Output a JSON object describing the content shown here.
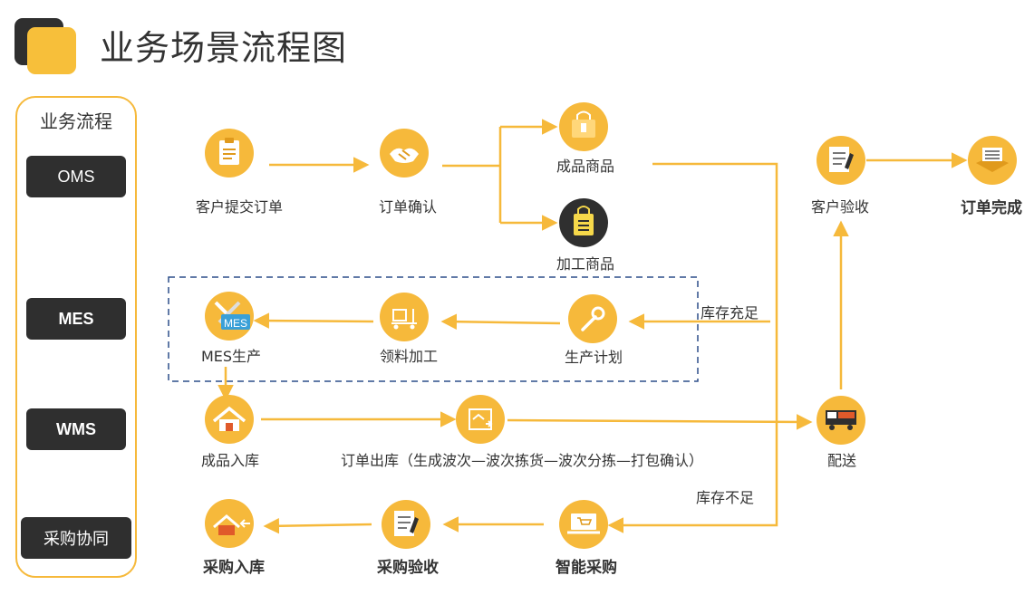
{
  "title": "业务场景流程图",
  "lanes": {
    "title": "业务流程",
    "items": [
      "OMS",
      "MES",
      "WMS",
      "采购协同"
    ]
  },
  "nodes": {
    "submit_order": "客户提交订单",
    "confirm_order": "订单确认",
    "finished_goods": "成品商品",
    "processed_goods": "加工商品",
    "customer_accept": "客户验收",
    "order_complete": "订单完成",
    "mes_production": "MES生产",
    "material_processing": "领料加工",
    "production_plan": "生产计划",
    "goods_inbound": "成品入库",
    "order_outbound": "订单出库（生成波次—波次拣货—波次分拣—打包确认）",
    "delivery": "配送",
    "purchase_inbound": "采购入库",
    "purchase_accept": "采购验收",
    "smart_purchase": "智能采购"
  },
  "notes": {
    "stock_sufficient": "库存充足",
    "stock_insufficient": "库存不足"
  },
  "icons": {
    "mes_badge": "MES"
  },
  "colors": {
    "accent": "#f6b93b",
    "dark": "#2f2f2f",
    "dashed_box": "#2d4f8a"
  }
}
